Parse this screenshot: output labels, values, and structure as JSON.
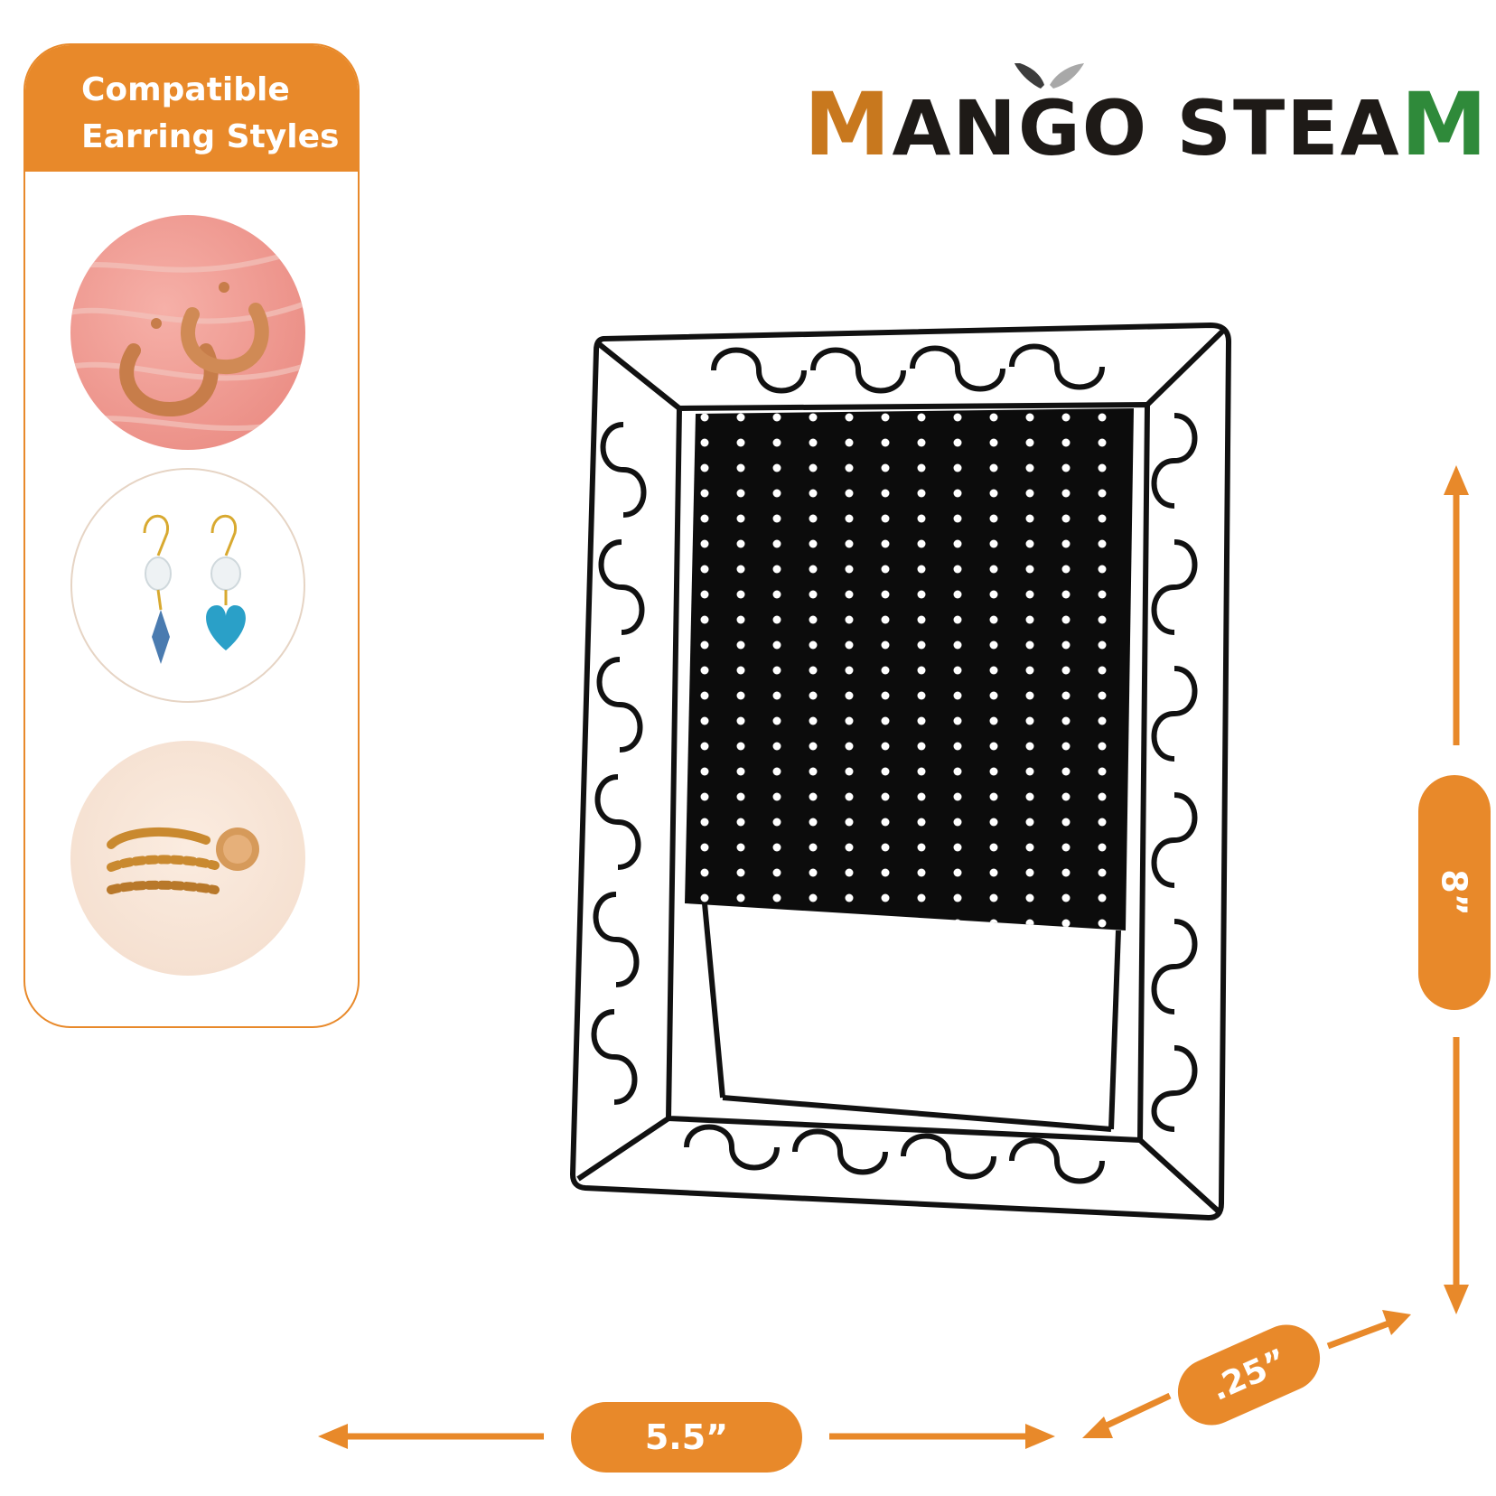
{
  "brand": {
    "name_prefix": "M",
    "name_middle": "ANGO STEA",
    "name_suffix": "M",
    "color_primary": "#c8781e",
    "color_text": "#1e1a17",
    "color_accent": "#2f8a3a"
  },
  "panel": {
    "title_line1": "Compatible",
    "title_line2": "Earring Styles",
    "accent": "#e8892a",
    "styles": [
      {
        "name": "hoop-earrings-image"
      },
      {
        "name": "drop-earrings-image"
      },
      {
        "name": "ear-cuff-image"
      }
    ]
  },
  "dimensions": {
    "height": "8”",
    "width": "5.5”",
    "depth": ".25”"
  }
}
